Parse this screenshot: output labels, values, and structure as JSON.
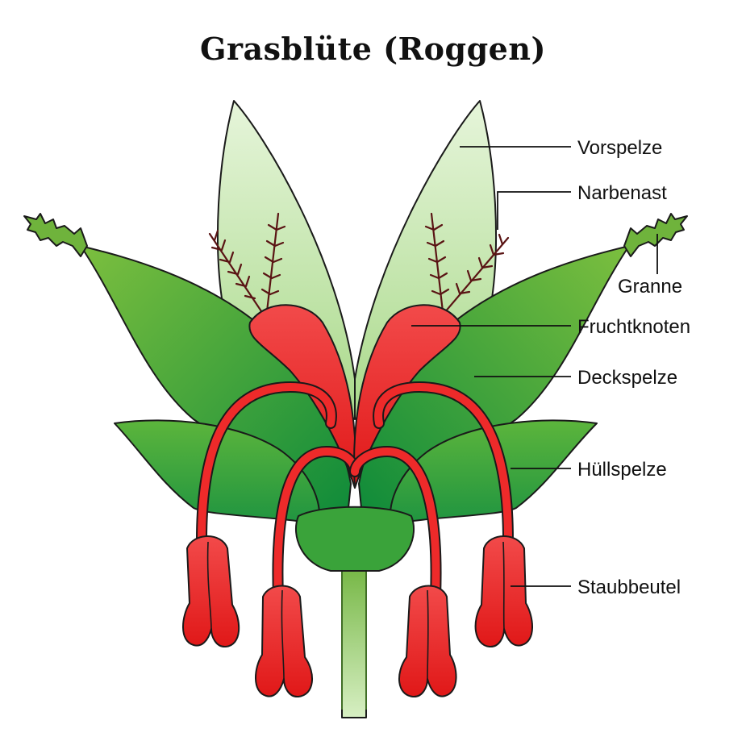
{
  "title": "Grasblüte (Roggen)",
  "labels": {
    "vorspelze": "Vorspelze",
    "narbenast": "Narbenast",
    "granne": "Granne",
    "fruchtknoten": "Fruchtknoten",
    "deckspelze": "Deckspelze",
    "huellspelze": "Hüllspelze",
    "staubbeutel": "Staubbeutel"
  },
  "colors": {
    "vorspelze": "#cfe9b8",
    "deckspelze": "#3aa33a",
    "huellspelze": "#4fae3c",
    "fruchtknoten": "#ee2a2a",
    "staubbeutel": "#f03030",
    "stem": "#7fc04a",
    "narbe": "#6b1a1a"
  }
}
